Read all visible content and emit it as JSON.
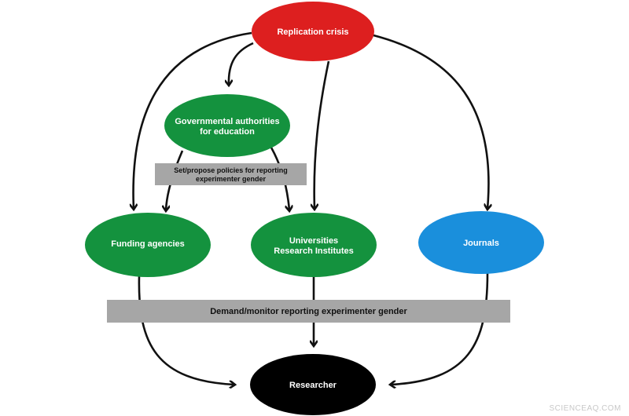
{
  "nodes": {
    "replication_crisis": {
      "label": "Replication crisis",
      "color": "#dd1f1f"
    },
    "governmental": {
      "line1": "Governmental authorities",
      "line2": "for education",
      "color": "#14923e"
    },
    "funding": {
      "label": "Funding agencies",
      "color": "#14923e"
    },
    "universities": {
      "line1": "Universities",
      "line2": "Research Institutes",
      "color": "#14923e"
    },
    "journals": {
      "label": "Journals",
      "color": "#1a8fdc"
    },
    "researcher": {
      "label": "Researcher",
      "color": "#000000"
    }
  },
  "bars": {
    "policies": {
      "line1": "Set/propose policies for reporting",
      "line2": "experimenter gender",
      "color": "#a6a6a6"
    },
    "demand": {
      "label": "Demand/monitor reporting experimenter gender",
      "color": "#a6a6a6"
    }
  },
  "watermark": "SCIENCEAQ.COM"
}
